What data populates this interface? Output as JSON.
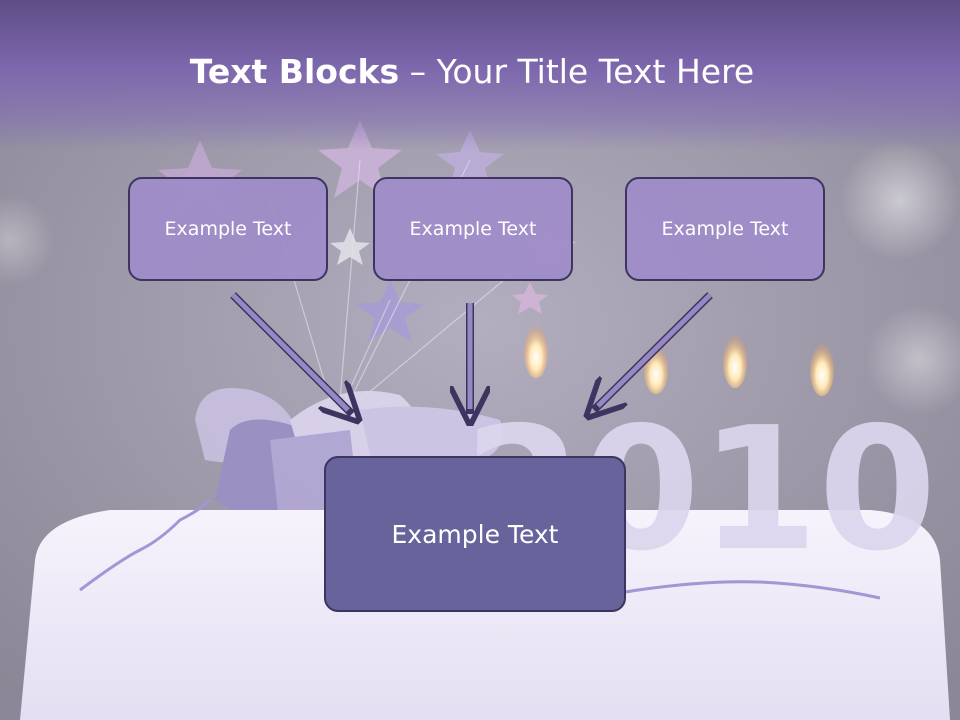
{
  "slide": {
    "title_bold": "Text Blocks",
    "title_dash": " – ",
    "title_rest": "Your Title Text Here"
  },
  "boxes": {
    "top": [
      "Example Text",
      "Example Text",
      "Example Text"
    ],
    "bottom": "Example Text"
  },
  "background": {
    "year": "2010",
    "description_colors": {
      "cake": "#f2effa",
      "accent": "#8b78c6",
      "backdrop": "#8e8a97"
    }
  }
}
